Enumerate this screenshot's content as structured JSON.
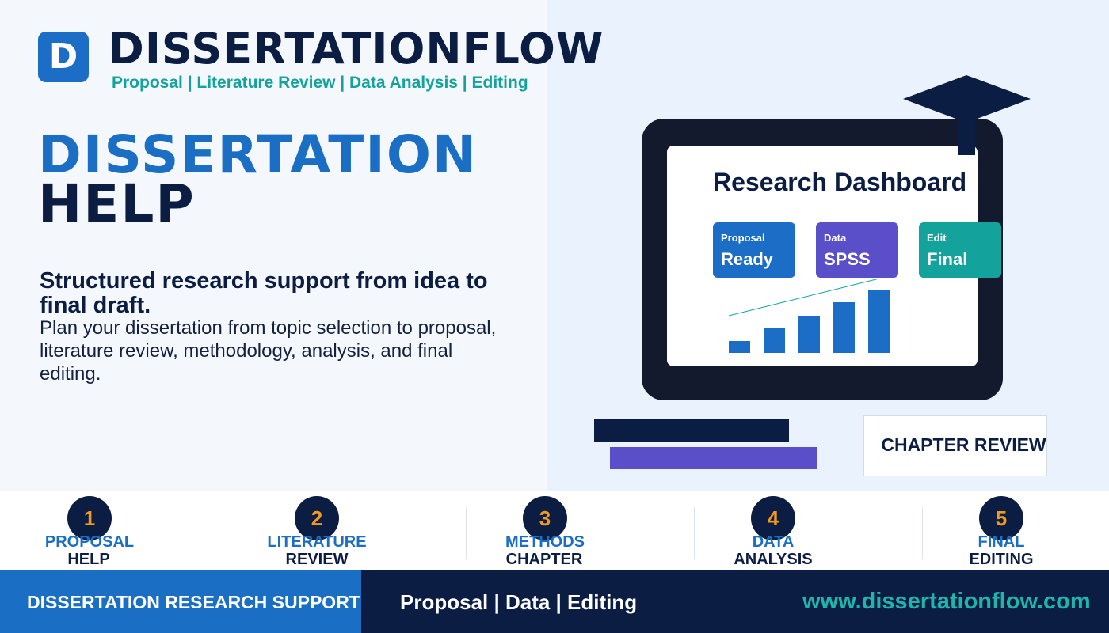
{
  "brand": {
    "logo_letter": "D",
    "name": "DISSERTATIONFLOW",
    "tagline": "Proposal | Literature Review | Data Analysis | Editing"
  },
  "hero": {
    "headline_line1": "DISSERTATION",
    "headline_line2": "HELP",
    "subheading": "Structured research support from idea to final draft.",
    "description": "Plan your dissertation from topic selection to proposal, literature review, methodology, analysis, and final editing."
  },
  "dashboard": {
    "title": "Research Dashboard",
    "cards": [
      {
        "label": "Proposal",
        "value": "Ready",
        "color": "#1c6dc6"
      },
      {
        "label": "Data",
        "value": "SPSS",
        "color": "#5a4fc8"
      },
      {
        "label": "Edit",
        "value": "Final",
        "color": "#13a29c"
      }
    ],
    "bar_levels": [
      0.19,
      0.4,
      0.59,
      0.8,
      1.0
    ]
  },
  "review_label": "CHAPTER REVIEW",
  "steps": [
    {
      "number": "1",
      "line1": "PROPOSAL",
      "line2": "HELP"
    },
    {
      "number": "2",
      "line1": "LITERATURE",
      "line2": "REVIEW"
    },
    {
      "number": "3",
      "line1": "METHODS",
      "line2": "CHAPTER"
    },
    {
      "number": "4",
      "line1": "DATA",
      "line2": "ANALYSIS"
    },
    {
      "number": "5",
      "line1": "FINAL",
      "line2": "EDITING"
    }
  ],
  "footer": {
    "label": "DISSERTATION RESEARCH SUPPORT",
    "services": "Proposal | Data | Editing",
    "url": "www.dissertationflow.com"
  },
  "colors": {
    "navy": "#0b1d42",
    "blue": "#1a6ec4",
    "purple": "#5a4fc8",
    "teal": "#13a29c",
    "orange": "#f39a1e"
  }
}
